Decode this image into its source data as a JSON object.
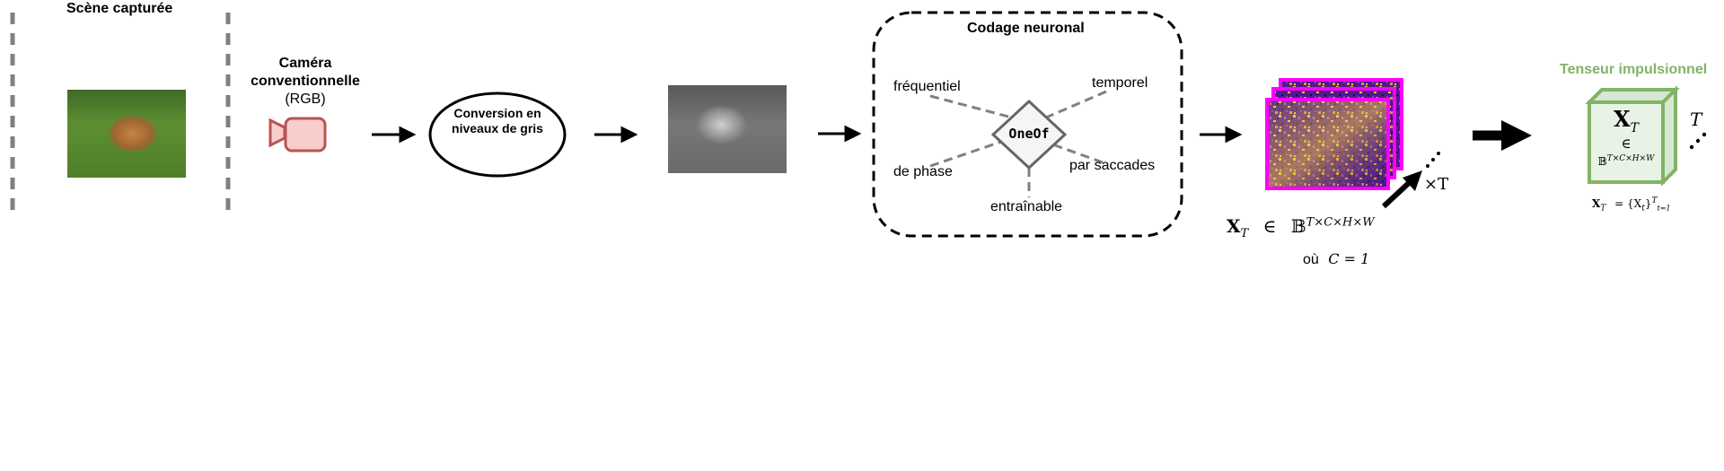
{
  "scene": {
    "title": "Scène capturée"
  },
  "camera": {
    "label_line1": "Caméra",
    "label_line2": "conventionnelle",
    "label_line3": "(RGB)"
  },
  "grayscale": {
    "label_line1": "Conversion en",
    "label_line2": "niveaux de gris"
  },
  "encoding": {
    "title": "Codage neuronal",
    "center": "OneOf",
    "options": {
      "frequency": "fréquentiel",
      "temporal": "temporel",
      "phase": "de phase",
      "burst": "par saccades",
      "trainable": "entraînable"
    }
  },
  "spike_frames": {
    "repeat": "×T",
    "formula_lhs": "X",
    "formula_lhs_sub": "T",
    "formula_in": "∈",
    "formula_set": "𝔹",
    "formula_dims": "T×C×H×W",
    "where_prefix": "où",
    "where_expr": "C = 1"
  },
  "tensor": {
    "title": "Tenseur impulsionnel",
    "symbol": "X",
    "symbol_sub": "T",
    "in": "∈",
    "set": "𝔹",
    "dims": "T×C×H×W",
    "side_label": "T",
    "def_lhs": "X",
    "def_lhs_sub": "T",
    "def_rhs": "= {X",
    "def_rhs_sub": "t",
    "def_rhs_close": "}",
    "def_rhs_sup": "T",
    "def_rhs_lower": "t=1"
  },
  "colors": {
    "camera": "#b85450",
    "camera_fill": "#f8cecc",
    "tensor_green": "#82b366",
    "tensor_fill": "#d5e8d4",
    "frame_border": "#ff00ff",
    "dashed_gray": "#808080"
  }
}
